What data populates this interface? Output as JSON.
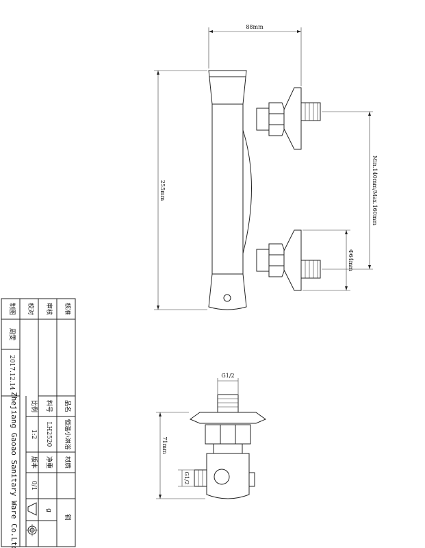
{
  "dimensions": {
    "width": "88mm",
    "height": "255mm",
    "range": "Min.140mm/Max.160mm",
    "pipe_diameter": "Φ64mm",
    "thread_top": "G1/2",
    "depth": "71mm",
    "thread_side": "G1/2"
  },
  "title_block": {
    "approve": "核准",
    "review": "审核",
    "check": "校对",
    "drawn": "制图",
    "drawer_name": "周雯",
    "date": "2017.12.14",
    "company": "Zhejiang Gaoao Sanitary Ware Co.Ltd",
    "product_label": "品名",
    "product_value": "恒温小淋浴",
    "material_label": "材质",
    "material_value": "铜",
    "part_no_label": "料号",
    "part_no_value": "LH2520",
    "net_weight_label": "净重",
    "net_weight_value": "g",
    "scale_label": "比例",
    "scale_value": "1:2",
    "version_label": "版本",
    "version_value": "0/1"
  }
}
